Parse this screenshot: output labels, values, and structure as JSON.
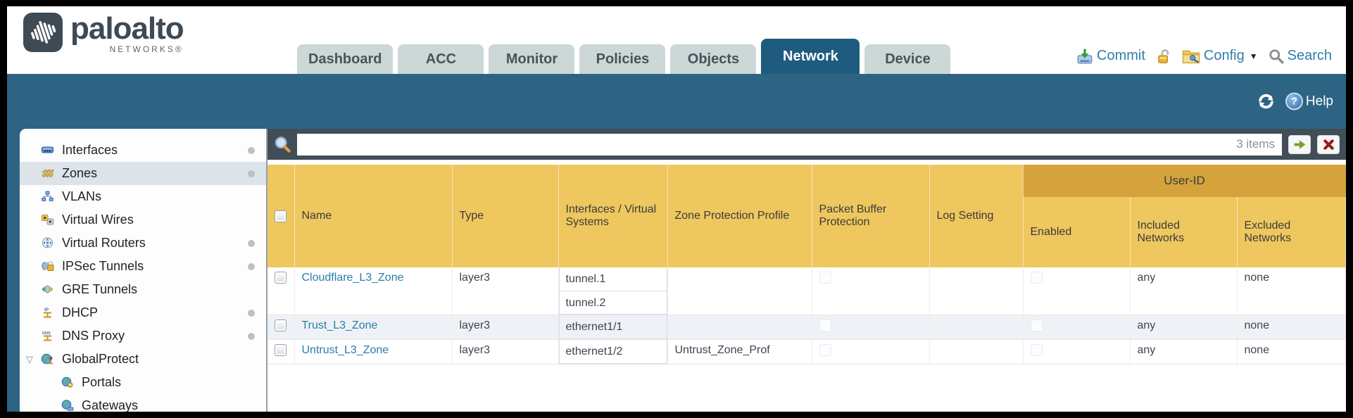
{
  "header": {
    "logo": {
      "brand": "paloalto",
      "sub": "NETWORKS®"
    },
    "tabs": [
      {
        "label": "Dashboard",
        "active": false
      },
      {
        "label": "ACC",
        "active": false
      },
      {
        "label": "Monitor",
        "active": false
      },
      {
        "label": "Policies",
        "active": false
      },
      {
        "label": "Objects",
        "active": false
      },
      {
        "label": "Network",
        "active": true
      },
      {
        "label": "Device",
        "active": false
      }
    ],
    "utilities": {
      "commit": "Commit",
      "config": "Config",
      "search": "Search"
    }
  },
  "band": {
    "help_label": "Help"
  },
  "sidebar": {
    "items": [
      {
        "label": "Interfaces",
        "icon": "interfaces-icon",
        "dot": true,
        "selected": false,
        "sub": false,
        "expander": false
      },
      {
        "label": "Zones",
        "icon": "zones-icon",
        "dot": true,
        "selected": true,
        "sub": false,
        "expander": false
      },
      {
        "label": "VLANs",
        "icon": "vlans-icon",
        "dot": false,
        "selected": false,
        "sub": false,
        "expander": false
      },
      {
        "label": "Virtual Wires",
        "icon": "virtual-wires-icon",
        "dot": false,
        "selected": false,
        "sub": false,
        "expander": false
      },
      {
        "label": "Virtual Routers",
        "icon": "virtual-routers-icon",
        "dot": true,
        "selected": false,
        "sub": false,
        "expander": false
      },
      {
        "label": "IPSec Tunnels",
        "icon": "ipsec-tunnels-icon",
        "dot": true,
        "selected": false,
        "sub": false,
        "expander": false
      },
      {
        "label": "GRE Tunnels",
        "icon": "gre-tunnels-icon",
        "dot": false,
        "selected": false,
        "sub": false,
        "expander": false
      },
      {
        "label": "DHCP",
        "icon": "dhcp-icon",
        "dot": true,
        "selected": false,
        "sub": false,
        "expander": false
      },
      {
        "label": "DNS Proxy",
        "icon": "dns-proxy-icon",
        "dot": true,
        "selected": false,
        "sub": false,
        "expander": false
      },
      {
        "label": "GlobalProtect",
        "icon": "globalprotect-icon",
        "dot": false,
        "selected": false,
        "sub": false,
        "expander": true
      },
      {
        "label": "Portals",
        "icon": "portals-icon",
        "dot": false,
        "selected": false,
        "sub": true,
        "expander": false
      },
      {
        "label": "Gateways",
        "icon": "gateways-icon",
        "dot": false,
        "selected": false,
        "sub": true,
        "expander": false
      }
    ]
  },
  "filter": {
    "value": "",
    "count_label": "3 items"
  },
  "table": {
    "user_id_label": "User-ID",
    "columns": [
      "Name",
      "Type",
      "Interfaces / Virtual Systems",
      "Zone Protection Profile",
      "Packet Buffer Protection",
      "Log Setting",
      "Enabled",
      "Included Networks",
      "Excluded Networks"
    ],
    "rows": [
      {
        "name": "Cloudflare_L3_Zone",
        "type": "layer3",
        "interfaces": [
          "tunnel.1",
          "tunnel.2"
        ],
        "zone_protection_profile": "",
        "log_setting": "",
        "included_networks": "any",
        "excluded_networks": "none"
      },
      {
        "name": "Trust_L3_Zone",
        "type": "layer3",
        "interfaces": [
          "ethernet1/1"
        ],
        "zone_protection_profile": "",
        "log_setting": "",
        "included_networks": "any",
        "excluded_networks": "none"
      },
      {
        "name": "Untrust_L3_Zone",
        "type": "layer3",
        "interfaces": [
          "ethernet1/2"
        ],
        "zone_protection_profile": "Untrust_Zone_Prof",
        "log_setting": "",
        "included_networks": "any",
        "excluded_networks": "none"
      }
    ]
  },
  "colors": {
    "teal_band": "#2d6484",
    "active_tab": "#1e5b7f",
    "inactive_tab": "#ccd7d7",
    "table_header_gold": "#eec75f",
    "user_id_band_gold": "#d4a33c",
    "filter_bar": "#414d57",
    "link_blue": "#2a7ea7",
    "alt_row": "#eef2f6"
  }
}
